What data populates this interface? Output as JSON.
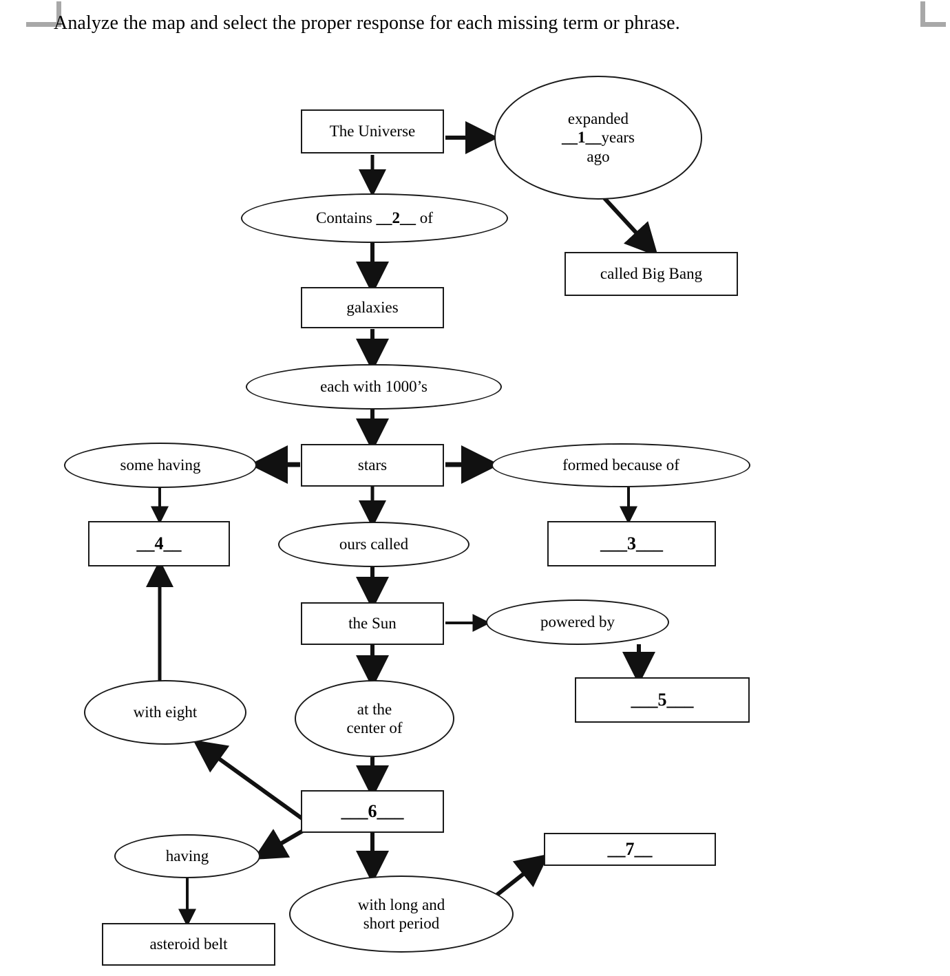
{
  "page": {
    "instruction": "Analyze the map and select the proper response for each missing term or phrase.",
    "crop_mark_color": "#a8a8a8",
    "stroke_color": "#1a1a1a",
    "background": "#ffffff"
  },
  "chart_data": {
    "type": "diagram",
    "title": "Concept map of the Universe",
    "nodes": [
      {
        "id": "universe",
        "shape": "box",
        "text": "The Universe"
      },
      {
        "id": "expanded",
        "shape": "ellipse",
        "text": "expanded\n__1__ years\nago"
      },
      {
        "id": "bigbang",
        "shape": "box",
        "text": "called Big Bang"
      },
      {
        "id": "contains",
        "shape": "ellipse",
        "text": "Contains __2__ of"
      },
      {
        "id": "galaxies",
        "shape": "box",
        "text": "galaxies"
      },
      {
        "id": "eachwith",
        "shape": "ellipse",
        "text": "each with 1000’s"
      },
      {
        "id": "stars",
        "shape": "box",
        "text": "stars"
      },
      {
        "id": "somehaving",
        "shape": "ellipse",
        "text": "some having"
      },
      {
        "id": "formedbecause",
        "shape": "ellipse",
        "text": "formed because of"
      },
      {
        "id": "blank4",
        "shape": "box",
        "text": "__4__"
      },
      {
        "id": "blank3",
        "shape": "box",
        "text": "___3___"
      },
      {
        "id": "ourscalled",
        "shape": "ellipse",
        "text": "ours called"
      },
      {
        "id": "thesun",
        "shape": "box",
        "text": "the Sun"
      },
      {
        "id": "poweredby",
        "shape": "ellipse",
        "text": "powered by"
      },
      {
        "id": "blank5",
        "shape": "box",
        "text": "___5___"
      },
      {
        "id": "witheight",
        "shape": "ellipse",
        "text": "with eight"
      },
      {
        "id": "atthecenter",
        "shape": "ellipse",
        "text": "at the\ncenter of"
      },
      {
        "id": "blank6",
        "shape": "box",
        "text": "___6___"
      },
      {
        "id": "having",
        "shape": "ellipse",
        "text": "having"
      },
      {
        "id": "blank7",
        "shape": "box",
        "text": "__7__"
      },
      {
        "id": "longshort",
        "shape": "ellipse",
        "text": "with long and\nshort period"
      },
      {
        "id": "asteroid",
        "shape": "box",
        "text": "asteroid belt"
      }
    ],
    "edges": [
      {
        "from": "universe",
        "to": "expanded"
      },
      {
        "from": "universe",
        "to": "contains"
      },
      {
        "from": "expanded",
        "to": "bigbang"
      },
      {
        "from": "contains",
        "to": "galaxies"
      },
      {
        "from": "galaxies",
        "to": "eachwith"
      },
      {
        "from": "eachwith",
        "to": "stars"
      },
      {
        "from": "stars",
        "to": "somehaving"
      },
      {
        "from": "stars",
        "to": "formedbecause"
      },
      {
        "from": "stars",
        "to": "ourscalled"
      },
      {
        "from": "somehaving",
        "to": "blank4"
      },
      {
        "from": "formedbecause",
        "to": "blank3"
      },
      {
        "from": "ourscalled",
        "to": "thesun"
      },
      {
        "from": "thesun",
        "to": "poweredby"
      },
      {
        "from": "thesun",
        "to": "atthecenter"
      },
      {
        "from": "poweredby",
        "to": "blank5"
      },
      {
        "from": "witheight",
        "to": "blank4"
      },
      {
        "from": "atthecenter",
        "to": "blank6"
      },
      {
        "from": "blank6",
        "to": "witheight"
      },
      {
        "from": "blank6",
        "to": "having"
      },
      {
        "from": "blank6",
        "to": "longshort"
      },
      {
        "from": "having",
        "to": "asteroid"
      },
      {
        "from": "longshort",
        "to": "blank7"
      }
    ]
  },
  "nodes": {
    "universe": {
      "text": "The Universe"
    },
    "expanded": {
      "line1": "expanded",
      "line2_blank": "__1__",
      "line2_rest": "years",
      "line3": "ago"
    },
    "bigbang": {
      "text": "called Big Bang"
    },
    "contains": {
      "prefix": "Contains",
      "blank": "__2__",
      "suffix": "of"
    },
    "galaxies": {
      "text": "galaxies"
    },
    "eachwith": {
      "text": "each with 1000’s"
    },
    "stars": {
      "text": "stars"
    },
    "somehaving": {
      "text": "some having"
    },
    "formedbecause": {
      "text": "formed because of"
    },
    "blank4": {
      "text": "__4__"
    },
    "blank3": {
      "text": "___3___"
    },
    "ourscalled": {
      "text": "ours called"
    },
    "thesun": {
      "text": "the Sun"
    },
    "poweredby": {
      "text": "powered by"
    },
    "blank5": {
      "text": "___5___"
    },
    "witheight": {
      "text": "with eight"
    },
    "atthecenter": {
      "text": "at the\ncenter of"
    },
    "blank6": {
      "text": "___6___"
    },
    "having": {
      "text": "having"
    },
    "blank7": {
      "text": "__7__"
    },
    "longshort": {
      "text": "with long and\nshort period"
    },
    "asteroid": {
      "text": "asteroid belt"
    }
  }
}
